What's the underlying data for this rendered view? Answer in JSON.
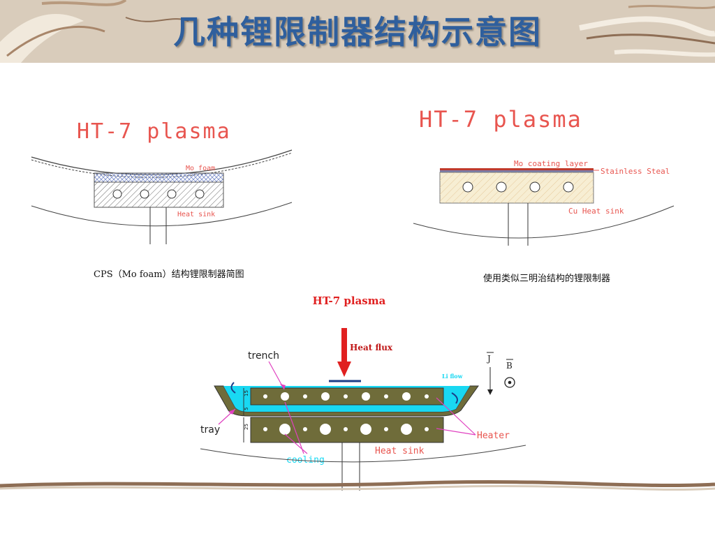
{
  "slide": {
    "title": "几种锂限制器结构示意图"
  },
  "diagram_left": {
    "plasma_label": "HT-7 plasma",
    "foam_label": "Mo foam",
    "sink_label": "Heat sink",
    "caption": "CPS（Mo foam）结构锂限制器简图"
  },
  "diagram_right": {
    "plasma_label": "HT-7 plasma",
    "coating_label": "Mo coating layer",
    "steel_label": "Stainless Steal",
    "sink_label": "Cu Heat sink",
    "caption": "使用类似三明治结构的锂限制器"
  },
  "diagram_bottom": {
    "plasma_label": "HT-7 plasma",
    "heat_flux_label": "Heat flux",
    "trench_label": "trench",
    "tray_label": "tray",
    "li_flow_label": "Li flow",
    "heater_label": "Heater",
    "heat_sink_label": "Heat sink",
    "cooling_label": "cooling",
    "j_label": "J",
    "b_label": "B",
    "dim_top": "15",
    "dim_mid": "5",
    "dim_bottom": "25"
  },
  "colors": {
    "title": "#2f5f9d",
    "annotation_red": "#e8554f",
    "li_cyan": "#19d8f2",
    "sink_olive": "#6f6c3a",
    "arrow_magenta": "#e040c0",
    "cream_fill": "#f7eed3"
  }
}
